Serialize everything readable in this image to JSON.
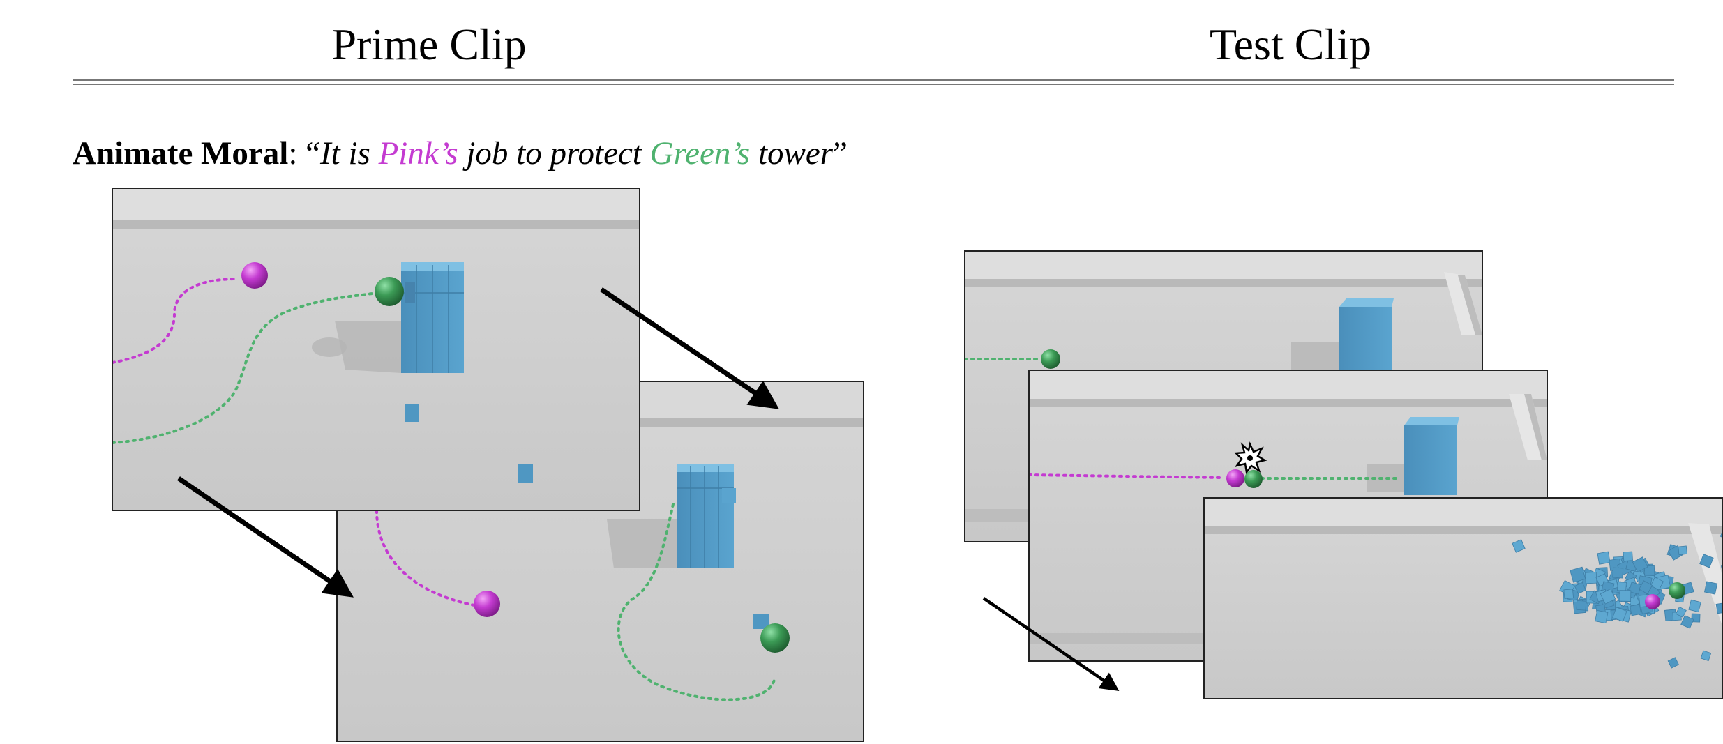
{
  "headers": {
    "prime": "Prime Clip",
    "test": "Test Clip"
  },
  "moral": {
    "label": "Animate Moral",
    "colon": ": ",
    "open_quote": "“",
    "t1": "It is ",
    "pink_name": "Pink’s",
    "t2": " job to protect ",
    "green_name": "Green’s",
    "t3": " tower",
    "close_quote": "”"
  },
  "colors": {
    "pink": "#c43bd1",
    "green": "#4fb26f",
    "block": "#4b97c4",
    "floor": "#cfcfcf",
    "wall": "#e4e4e4"
  },
  "icons": {
    "collision": "collision-burst-icon"
  }
}
